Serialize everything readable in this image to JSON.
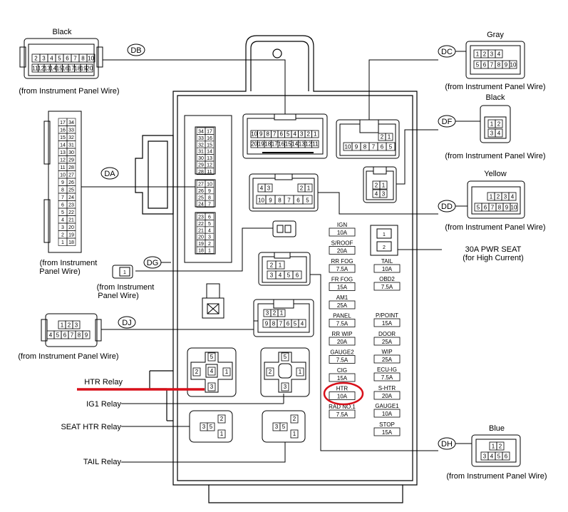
{
  "connectors": {
    "DB": {
      "code": "DB",
      "color": "Black",
      "source": "(from Instrument Panel Wire)",
      "pins_top": [
        "2",
        "3",
        "4",
        "5",
        "6",
        "7",
        "8",
        "10"
      ],
      "pins_bottom": [
        "11",
        "12",
        "13",
        "14",
        "15",
        "16",
        "17",
        "18",
        "19",
        "20"
      ]
    },
    "DC": {
      "code": "DC",
      "color": "Gray",
      "source": "(from Instrument Panel Wire)",
      "pins_top": [
        "1",
        "2",
        "3",
        "4"
      ],
      "pins_bottom": [
        "5",
        "6",
        "7",
        "8",
        "9",
        "10"
      ]
    },
    "DF": {
      "code": "DF",
      "color": "Black",
      "source": "(from Instrument Panel Wire)",
      "pins_top": [
        "1",
        "2"
      ],
      "pins_bottom": [
        "3",
        "4"
      ]
    },
    "DA": {
      "code": "DA",
      "source": "(from Instrument Panel Wire)",
      "pins": [
        "17",
        "34",
        "16",
        "33",
        "15",
        "32",
        "14",
        "31",
        "13",
        "30",
        "12",
        "29",
        "11",
        "28",
        "10",
        "27",
        "9",
        "26",
        "8",
        "25",
        "7",
        "24",
        "6",
        "23",
        "5",
        "22",
        "4",
        "21",
        "3",
        "20",
        "2",
        "19",
        "1",
        "18"
      ]
    },
    "DD": {
      "code": "DD",
      "color": "Yellow",
      "source": "(from Instrument Panel Wire)",
      "pins_top": [
        "1",
        "2",
        "3",
        "4"
      ],
      "pins_bottom": [
        "5",
        "6",
        "7",
        "8",
        "9",
        "10"
      ]
    },
    "DG": {
      "code": "DG",
      "source": "(from Instrument Panel Wire)",
      "pin": "1"
    },
    "DJ": {
      "code": "DJ",
      "source": "(from Instrument Panel Wire)",
      "pins_top": [
        "1",
        "2",
        "3"
      ],
      "pins_bottom": [
        "4",
        "5",
        "6",
        "7",
        "8",
        "9"
      ]
    },
    "DH": {
      "code": "DH",
      "color": "Blue",
      "source": "(from Instrument Panel Wire)",
      "pins_top": [
        "1",
        "2"
      ],
      "pins_bottom": [
        "3",
        "4",
        "5",
        "6"
      ]
    }
  },
  "block_sockets": {
    "db_socket_top": [
      "10",
      "9",
      "8",
      "7",
      "6",
      "5",
      "4",
      "3",
      "2",
      "1"
    ],
    "db_socket_bottom": [
      "20",
      "19",
      "18",
      "17",
      "16",
      "15",
      "14",
      "13",
      "12",
      "11"
    ],
    "dc_socket_top": [
      "2",
      "1"
    ],
    "dc_socket_bottom": [
      "10",
      "9",
      "8",
      "7",
      "6",
      "5"
    ],
    "df_socket": [
      "2",
      "1",
      "4",
      "3"
    ],
    "dd_socket_top": [
      "4",
      "3",
      "2",
      "1"
    ],
    "dd_socket_bottom": [
      "10",
      "9",
      "8",
      "7",
      "6",
      "5"
    ],
    "da_socket_top": [
      "34",
      "17",
      "33",
      "16",
      "32",
      "15",
      "31",
      "14",
      "30",
      "13",
      "29",
      "12",
      "28",
      "11"
    ],
    "da_socket_mid": [
      "27",
      "10",
      "26",
      "9",
      "25",
      "8",
      "24",
      "7"
    ],
    "da_socket_bottom": [
      "23",
      "6",
      "22",
      "5",
      "21",
      "4",
      "20",
      "3",
      "19",
      "2",
      "18",
      "1"
    ],
    "dg_socket": [
      "2",
      "1",
      "3",
      "4",
      "5",
      "6"
    ],
    "dj_socket_top": [
      "3",
      "2",
      "1"
    ],
    "dj_socket_bottom": [
      "9",
      "8",
      "7",
      "6",
      "5",
      "4"
    ]
  },
  "fuses_left": [
    {
      "name": "IGN",
      "amp": "10A"
    },
    {
      "name": "S/ROOF",
      "amp": "20A"
    },
    {
      "name": "RR FOG",
      "amp": "7.5A"
    },
    {
      "name": "FR FOG",
      "amp": "15A"
    },
    {
      "name": "AM1",
      "amp": "25A"
    },
    {
      "name": "PANEL",
      "amp": "7.5A"
    },
    {
      "name": "RR WIP",
      "amp": "20A"
    },
    {
      "name": "GAUGE2",
      "amp": "7.5A"
    },
    {
      "name": "CIG",
      "amp": "15A"
    },
    {
      "name": "HTR",
      "amp": "10A"
    },
    {
      "name": "RAD NO.1",
      "amp": "7.5A"
    }
  ],
  "fuses_right": [
    {
      "name": "TAIL",
      "amp": "10A"
    },
    {
      "name": "OBD2",
      "amp": "7.5A"
    },
    {
      "name": "P/POINT",
      "amp": "15A"
    },
    {
      "name": "DOOR",
      "amp": "25A"
    },
    {
      "name": "WIP",
      "amp": "25A"
    },
    {
      "name": "ECU-IG",
      "amp": "7.5A"
    },
    {
      "name": "S-HTR",
      "amp": "20A"
    },
    {
      "name": "GAUGE1",
      "amp": "10A"
    },
    {
      "name": "STOP",
      "amp": "15A"
    }
  ],
  "pwr_seat": {
    "pins": [
      "1",
      "2"
    ],
    "label": "30A PWR SEAT",
    "sublabel": "(for High Current)"
  },
  "relays": {
    "htr": {
      "label": "HTR Relay",
      "pins": [
        "5",
        "2",
        "4",
        "1",
        "3"
      ]
    },
    "ig1": {
      "label": "IG1 Relay",
      "pins": [
        "5",
        "2",
        "1",
        "3"
      ]
    },
    "seat_htr": {
      "label": "SEAT HTR Relay",
      "pins": [
        "2",
        "3",
        "5",
        "1"
      ]
    },
    "tail": {
      "label": "TAIL Relay",
      "pins": [
        "2",
        "3",
        "5",
        "1"
      ]
    }
  },
  "colors": {
    "highlight_red": "#d8101a",
    "line": "#000000"
  }
}
